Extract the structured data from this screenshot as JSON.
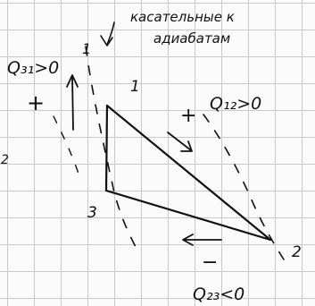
{
  "labels": {
    "note_line1": "касательные к",
    "note_line2": "адиабатам",
    "q31": "Q₃₁>0",
    "q12": "Q₁₂>0",
    "q23": "Q₂₃<0",
    "plus_left": "+",
    "plus_right": "+",
    "minus_bottom": "−",
    "vertex_1": "1",
    "vertex_2": "2",
    "vertex_3": "3",
    "mark_top": "1",
    "mark_left": "2"
  },
  "colors": {
    "ink": "#111111",
    "grid": "#c9c9c9"
  }
}
